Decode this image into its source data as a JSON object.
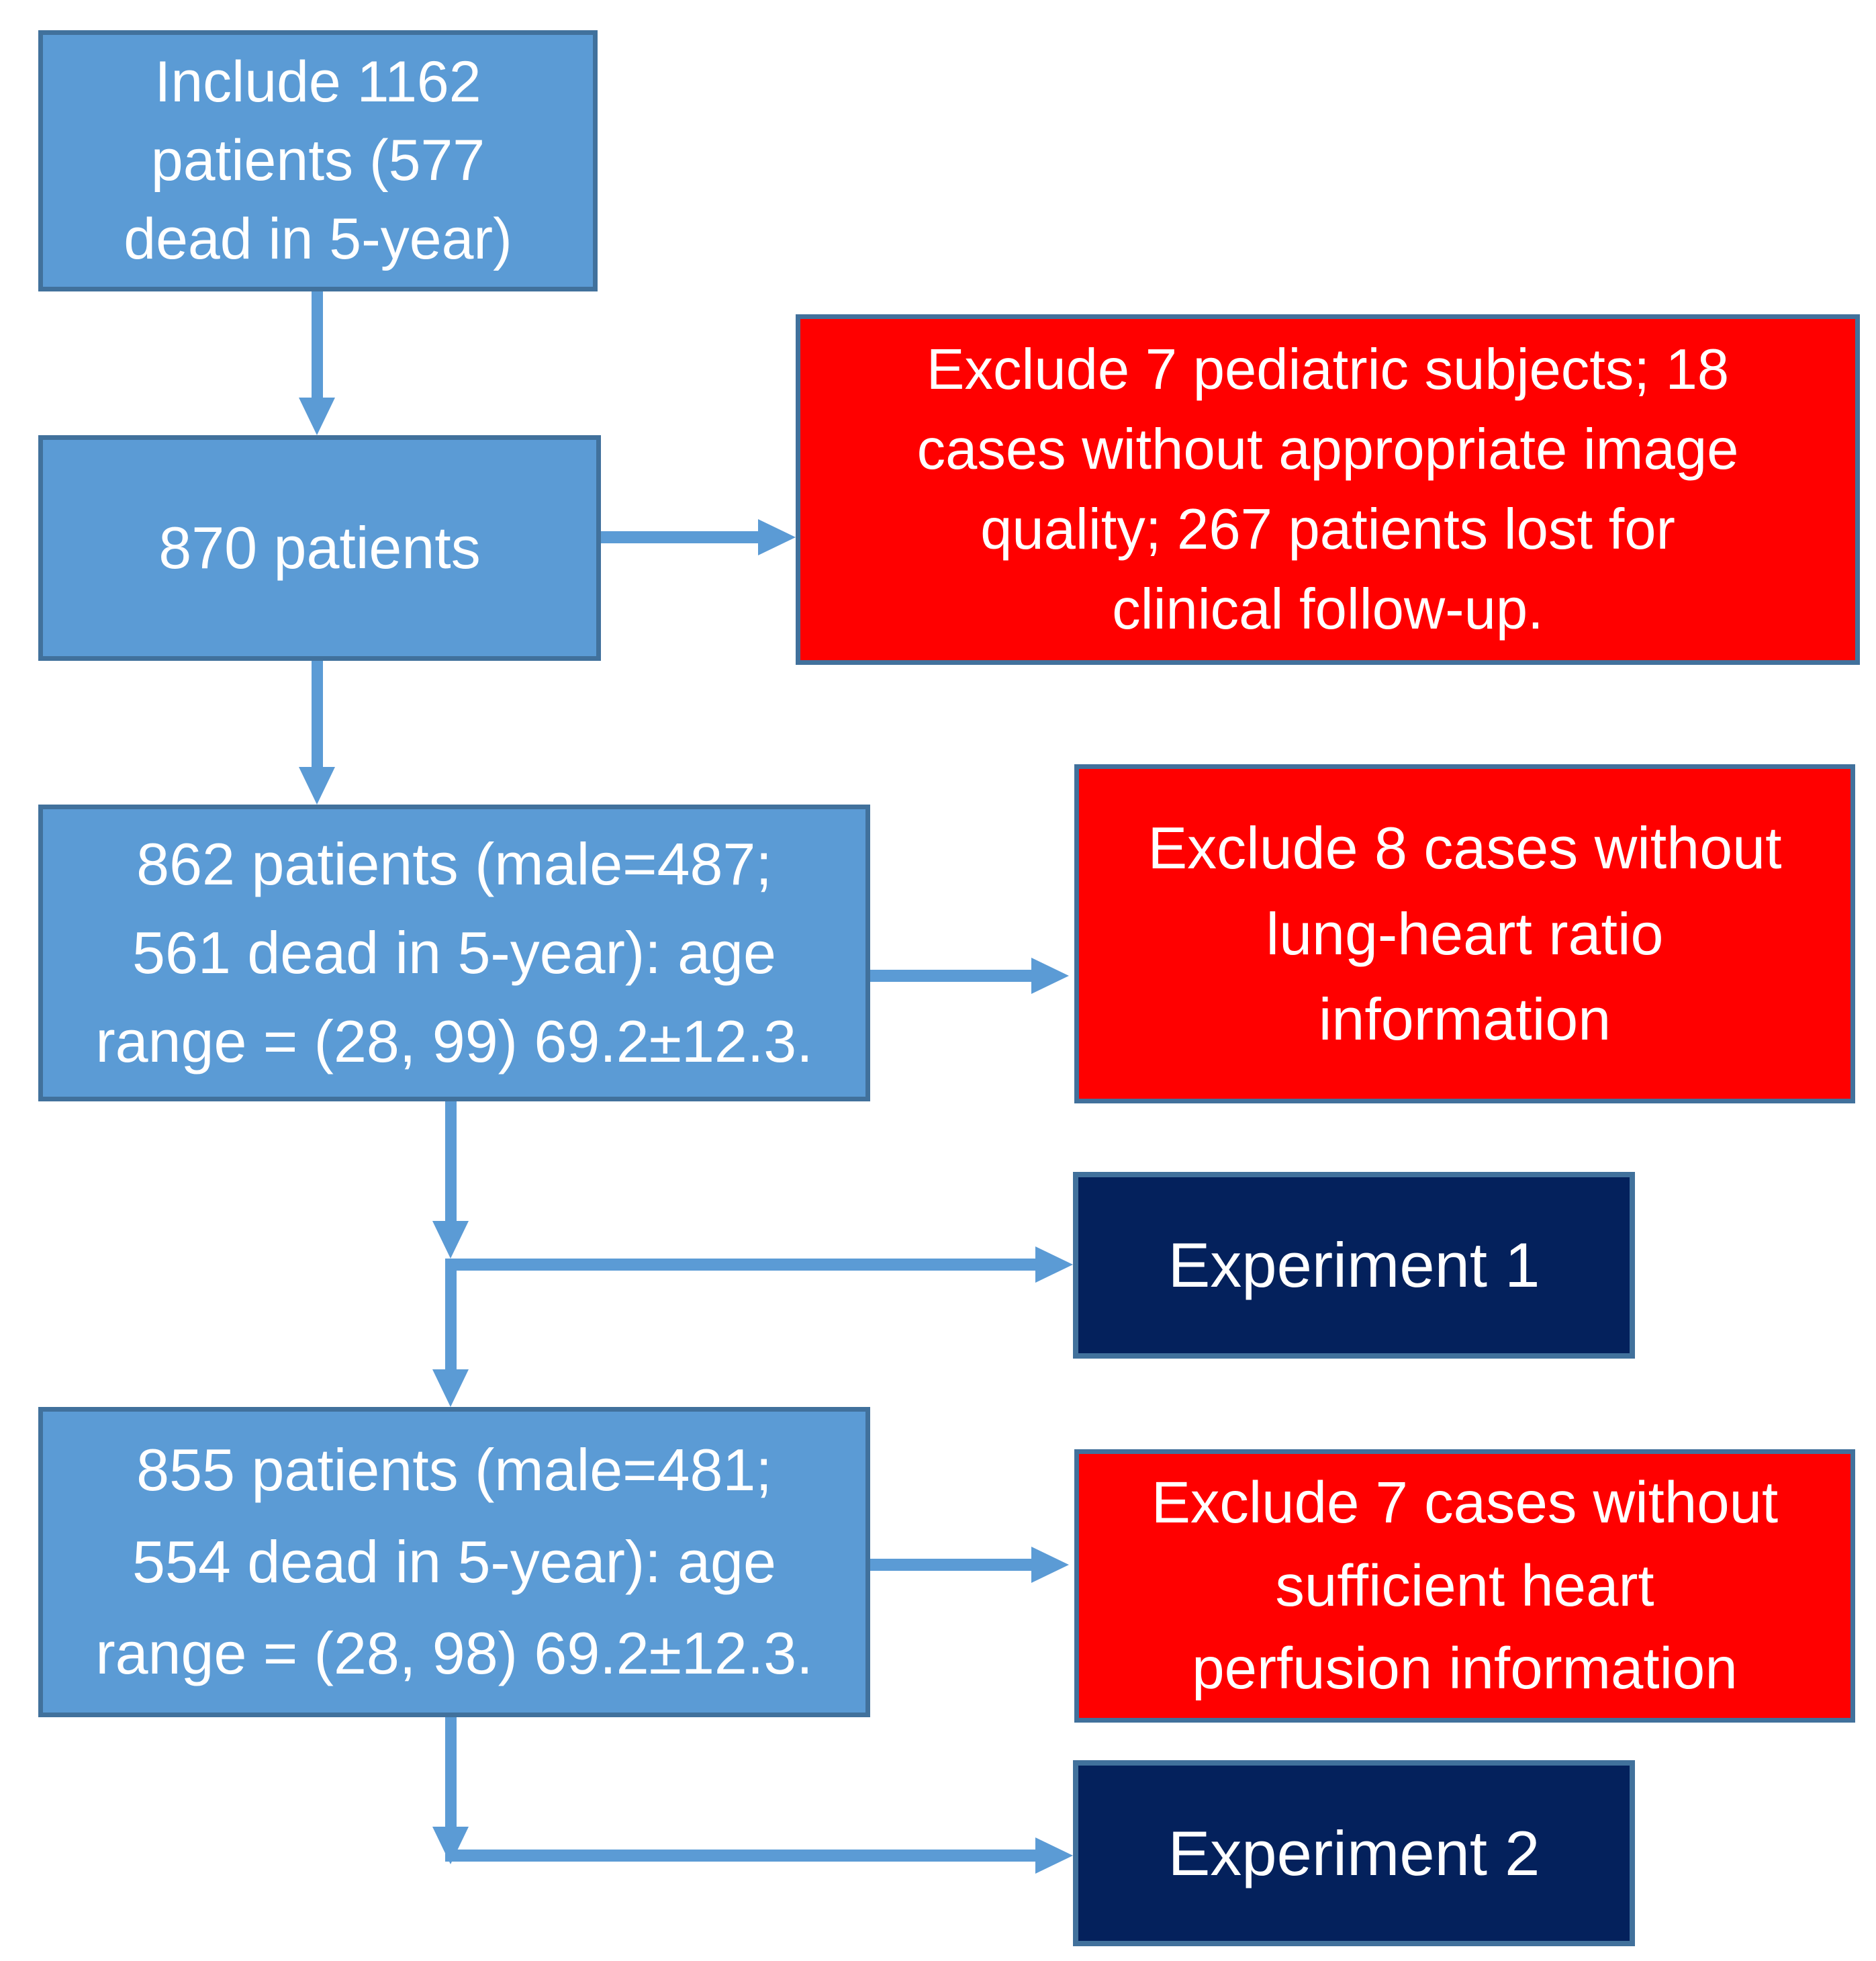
{
  "figure": {
    "type": "patient-flow-diagram",
    "colors": {
      "inclusion_box_fill": "#5B9BD5",
      "inclusion_box_border": "#41719C",
      "exclusion_box_fill": "#FF0000",
      "experiment_box_fill": "#04215C",
      "arrow": "#5B9BD5",
      "text": "#FFFFFF"
    }
  },
  "flowchart": {
    "include_1162": {
      "lines": [
        "Include 1162",
        "patients (577",
        "dead in 5-year)"
      ]
    },
    "patients_870": {
      "lines": [
        "870 patients"
      ]
    },
    "exclude_pediatric": {
      "lines": [
        "Exclude 7 pediatric subjects; 18",
        "cases without appropriate image",
        "quality; 267 patients lost for",
        "clinical follow-up."
      ]
    },
    "patients_862": {
      "lines": [
        "862 patients (male=487;",
        "561 dead in 5-year): age",
        "range = (28, 99) 69.2±12.3."
      ]
    },
    "exclude_lung_heart": {
      "lines": [
        "Exclude 8 cases without",
        "lung-heart ratio",
        "information"
      ]
    },
    "experiment_1": {
      "label": "Experiment 1"
    },
    "patients_855": {
      "lines": [
        "855 patients (male=481;",
        "554 dead in 5-year): age",
        "range = (28, 98) 69.2±12.3."
      ]
    },
    "exclude_perfusion": {
      "lines": [
        "Exclude 7 cases without",
        "sufficient heart",
        "perfusion information"
      ]
    },
    "experiment_2": {
      "label": "Experiment 2"
    }
  }
}
